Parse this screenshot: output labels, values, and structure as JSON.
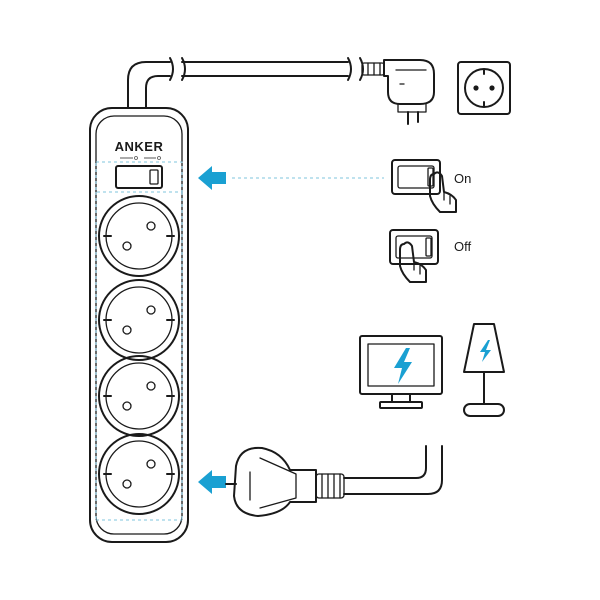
{
  "brand": "ANKER",
  "switch_states": {
    "on": "On",
    "off": "Off"
  },
  "colors": {
    "accent": "#1aa0d2",
    "line": "#1a1a1a",
    "dashed_guide": "#7fc4de"
  },
  "icons": [
    "power-strip",
    "rocker-switch",
    "wall-socket",
    "angled-plug",
    "hand-icon",
    "monitor-icon",
    "lamp-icon",
    "lightning-bolt-icon",
    "arrow-left-icon"
  ]
}
